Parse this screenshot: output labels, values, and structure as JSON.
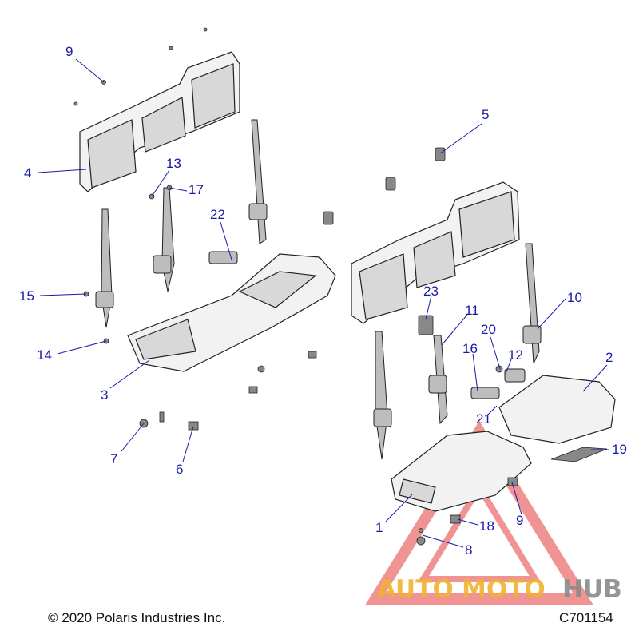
{
  "diagram": {
    "callouts": [
      {
        "id": "c9a",
        "label": "9"
      },
      {
        "id": "c4",
        "label": "4"
      },
      {
        "id": "c13",
        "label": "13"
      },
      {
        "id": "c17",
        "label": "17"
      },
      {
        "id": "c22",
        "label": "22"
      },
      {
        "id": "c15",
        "label": "15"
      },
      {
        "id": "c14",
        "label": "14"
      },
      {
        "id": "c3",
        "label": "3"
      },
      {
        "id": "c7",
        "label": "7"
      },
      {
        "id": "c6",
        "label": "6"
      },
      {
        "id": "c5",
        "label": "5"
      },
      {
        "id": "c10",
        "label": "10"
      },
      {
        "id": "c23",
        "label": "23"
      },
      {
        "id": "c11",
        "label": "11"
      },
      {
        "id": "c20",
        "label": "20"
      },
      {
        "id": "c12",
        "label": "12"
      },
      {
        "id": "c16",
        "label": "16"
      },
      {
        "id": "c2",
        "label": "2"
      },
      {
        "id": "c21",
        "label": "21"
      },
      {
        "id": "c19",
        "label": "19"
      },
      {
        "id": "c1",
        "label": "1"
      },
      {
        "id": "c18",
        "label": "18"
      },
      {
        "id": "c9b",
        "label": "9"
      },
      {
        "id": "c8",
        "label": "8"
      }
    ]
  },
  "footer": {
    "copyright": "© 2020 Polaris Industries Inc.",
    "diagram_id": "C701154"
  },
  "watermark": {
    "brand_parts": [
      "AUTO",
      "MOTO",
      "HUB"
    ],
    "colors": {
      "auto": "#f2b233",
      "moto": "#f2b233",
      "hub": "#8a8a8a",
      "triangle": "#e23b3b"
    }
  },
  "colors": {
    "callout": "#1a1aa8"
  }
}
